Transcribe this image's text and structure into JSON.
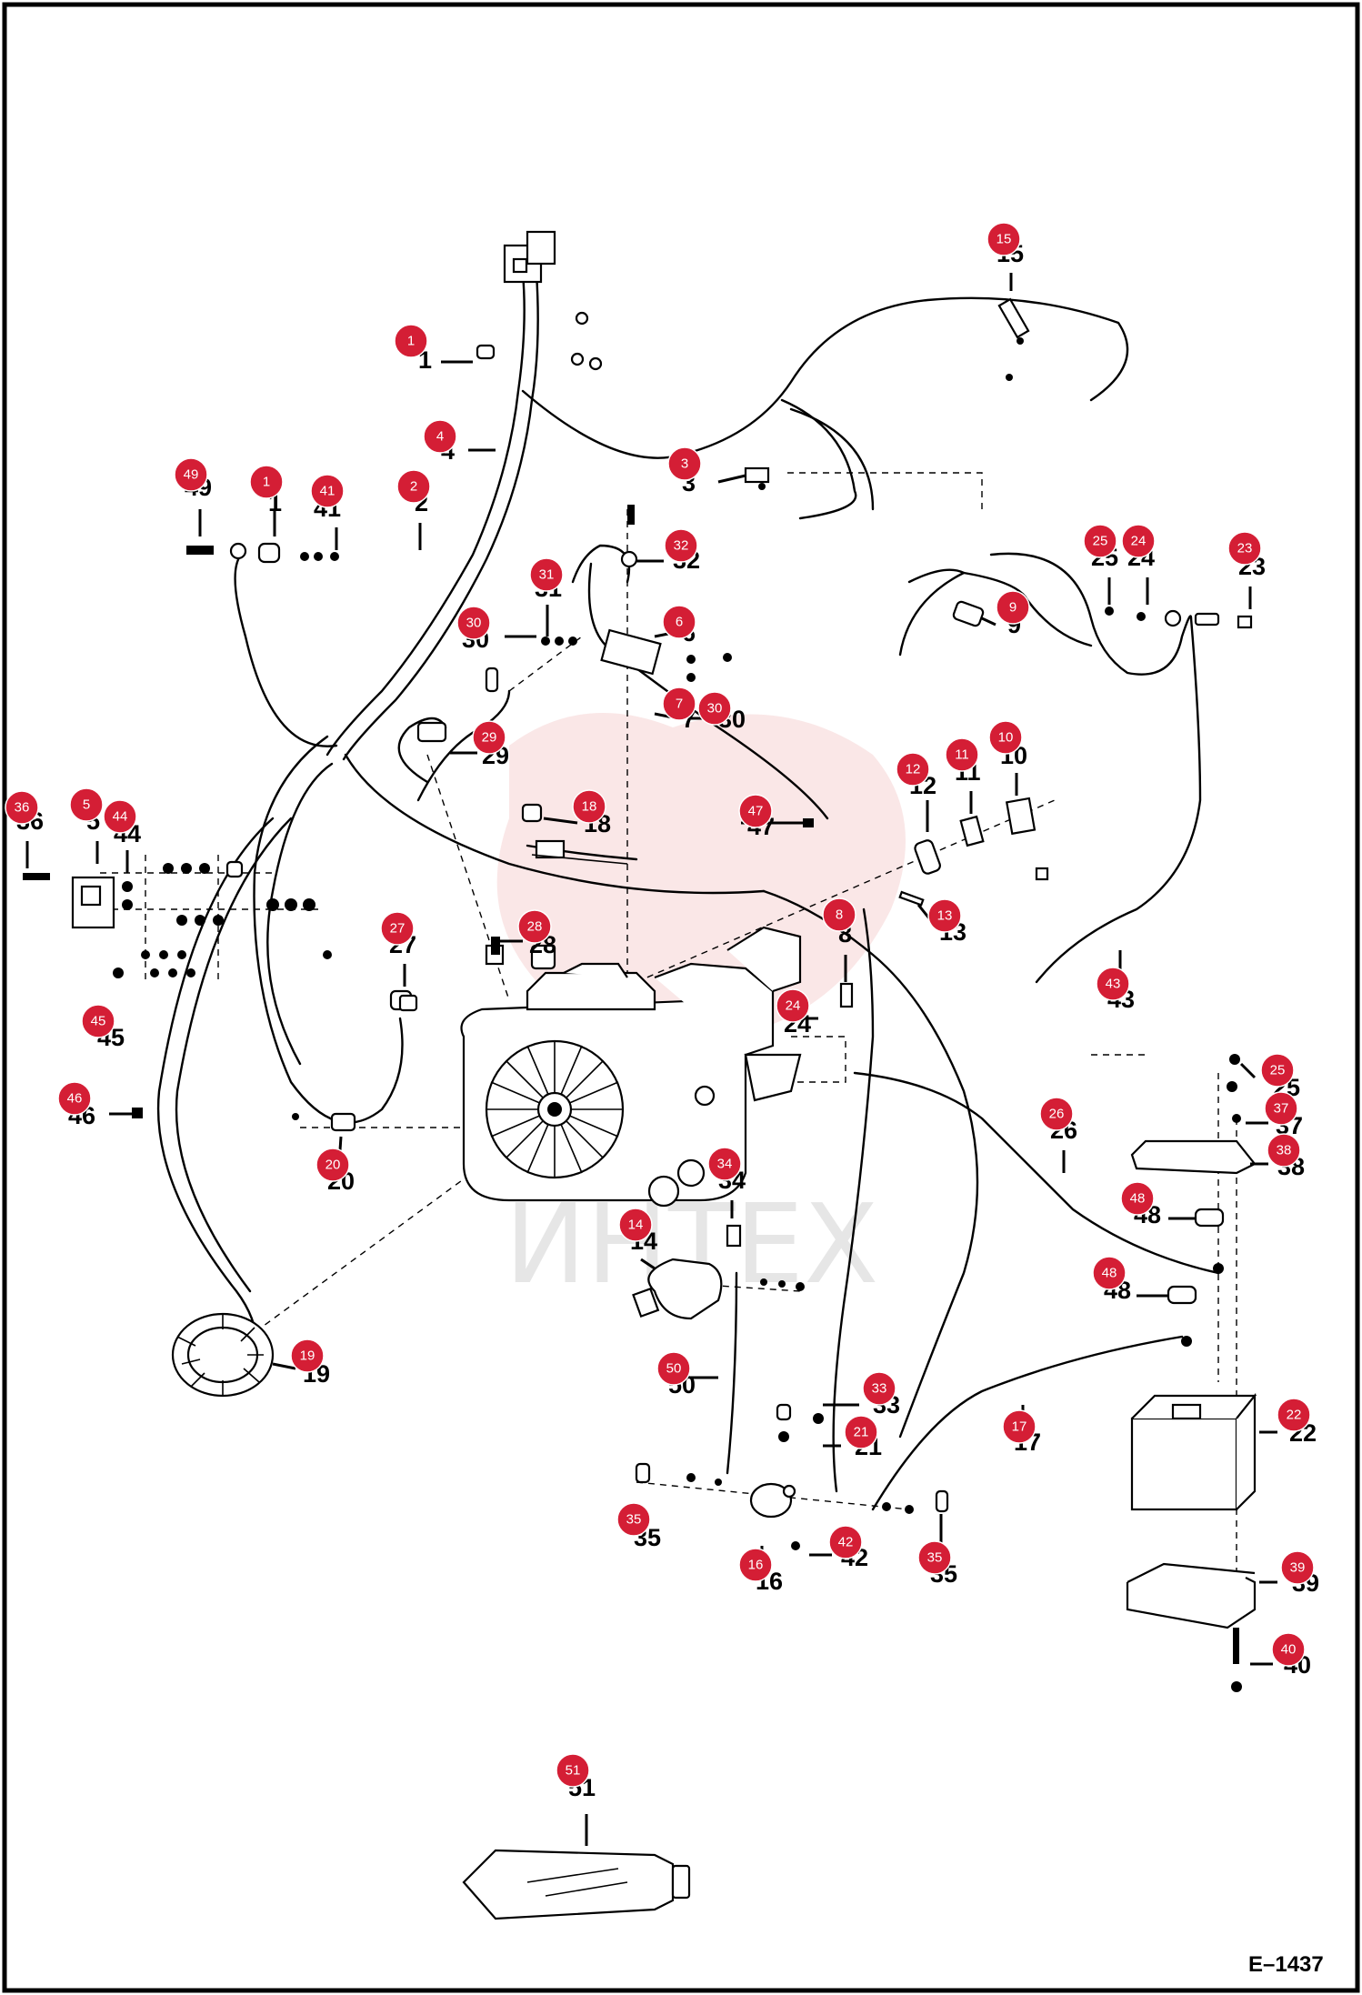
{
  "diagram": {
    "reference_code": "E–1437",
    "watermark_text": "ИНТЕХ",
    "part_numbers": [
      "1",
      "2",
      "3",
      "4",
      "5",
      "6",
      "7",
      "8",
      "9",
      "10",
      "11",
      "12",
      "13",
      "14",
      "15",
      "16",
      "17",
      "18",
      "19",
      "20",
      "21",
      "22",
      "23",
      "24",
      "25",
      "26",
      "27",
      "28",
      "29",
      "30",
      "31",
      "32",
      "33",
      "34",
      "35",
      "36",
      "37",
      "38",
      "39",
      "40",
      "41",
      "42",
      "43",
      "44",
      "45",
      "46",
      "47",
      "48",
      "49",
      "50",
      "51"
    ],
    "accent_color": "#d41e35"
  },
  "callouts": [
    {
      "n": "1"
    },
    {
      "n": "1"
    },
    {
      "n": "4"
    },
    {
      "n": "2"
    },
    {
      "n": "49"
    },
    {
      "n": "41"
    },
    {
      "n": "3"
    },
    {
      "n": "15"
    },
    {
      "n": "32"
    },
    {
      "n": "31"
    },
    {
      "n": "30"
    },
    {
      "n": "6"
    },
    {
      "n": "7"
    },
    {
      "n": "30"
    },
    {
      "n": "9"
    },
    {
      "n": "25"
    },
    {
      "n": "24"
    },
    {
      "n": "23"
    },
    {
      "n": "29"
    },
    {
      "n": "36"
    },
    {
      "n": "5"
    },
    {
      "n": "44"
    },
    {
      "n": "18"
    },
    {
      "n": "47"
    },
    {
      "n": "12"
    },
    {
      "n": "11"
    },
    {
      "n": "10"
    },
    {
      "n": "13"
    },
    {
      "n": "27"
    },
    {
      "n": "28"
    },
    {
      "n": "8"
    },
    {
      "n": "24"
    },
    {
      "n": "43"
    },
    {
      "n": "45"
    },
    {
      "n": "46"
    },
    {
      "n": "20"
    },
    {
      "n": "34"
    },
    {
      "n": "14"
    },
    {
      "n": "26"
    },
    {
      "n": "25"
    },
    {
      "n": "37"
    },
    {
      "n": "38"
    },
    {
      "n": "48"
    },
    {
      "n": "48"
    },
    {
      "n": "19"
    },
    {
      "n": "50"
    },
    {
      "n": "33"
    },
    {
      "n": "21"
    },
    {
      "n": "17"
    },
    {
      "n": "22"
    },
    {
      "n": "35"
    },
    {
      "n": "16"
    },
    {
      "n": "42"
    },
    {
      "n": "35"
    },
    {
      "n": "39"
    },
    {
      "n": "40"
    },
    {
      "n": "51"
    }
  ]
}
